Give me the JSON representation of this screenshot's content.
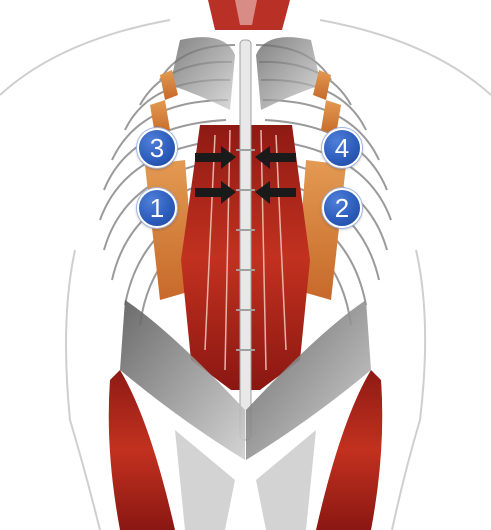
{
  "markers": [
    {
      "id": "3",
      "label": "3"
    },
    {
      "id": "4",
      "label": "4"
    },
    {
      "id": "1",
      "label": "1"
    },
    {
      "id": "2",
      "label": "2"
    }
  ],
  "colors": {
    "marker_fill": "#2d5ebd",
    "arrow": "#1a1a1a",
    "muscle_red": "#b3261e",
    "muscle_orange": "#d9772e",
    "tendon_gray": "#7d7d7d",
    "outline": "#c8c8c8"
  },
  "icons": [
    "arrow-right-icon",
    "arrow-left-icon"
  ]
}
